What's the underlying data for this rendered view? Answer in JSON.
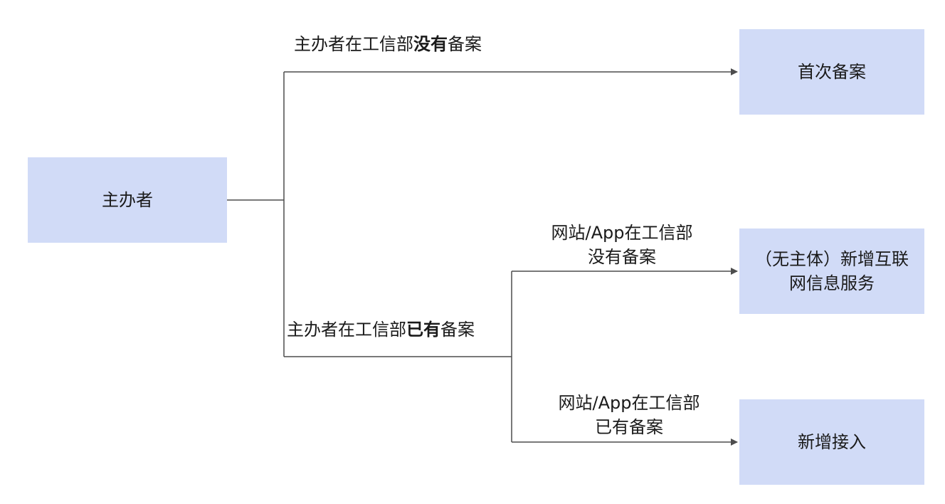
{
  "colors": {
    "node_fill": "#d1dbf7",
    "line": "#4d4d4d",
    "text": "#1a1a1a"
  },
  "nodes": {
    "sponsor": "主办者",
    "first_filing": "首次备案",
    "new_service_line1": "（无主体）新增互联",
    "new_service_line2": "网信息服务",
    "new_access": "新增接入"
  },
  "edges": {
    "not_filed": {
      "prefix": "主办者在工信部",
      "emphasis": "没有",
      "suffix": "备案"
    },
    "already_filed": {
      "prefix": "主办者在工信部",
      "emphasis": "已有",
      "suffix": "备案"
    },
    "site_not_filed": {
      "line1": "网站/App在工信部",
      "line2": "没有备案"
    },
    "site_filed": {
      "line1": "网站/App在工信部",
      "line2": "已有备案"
    }
  }
}
